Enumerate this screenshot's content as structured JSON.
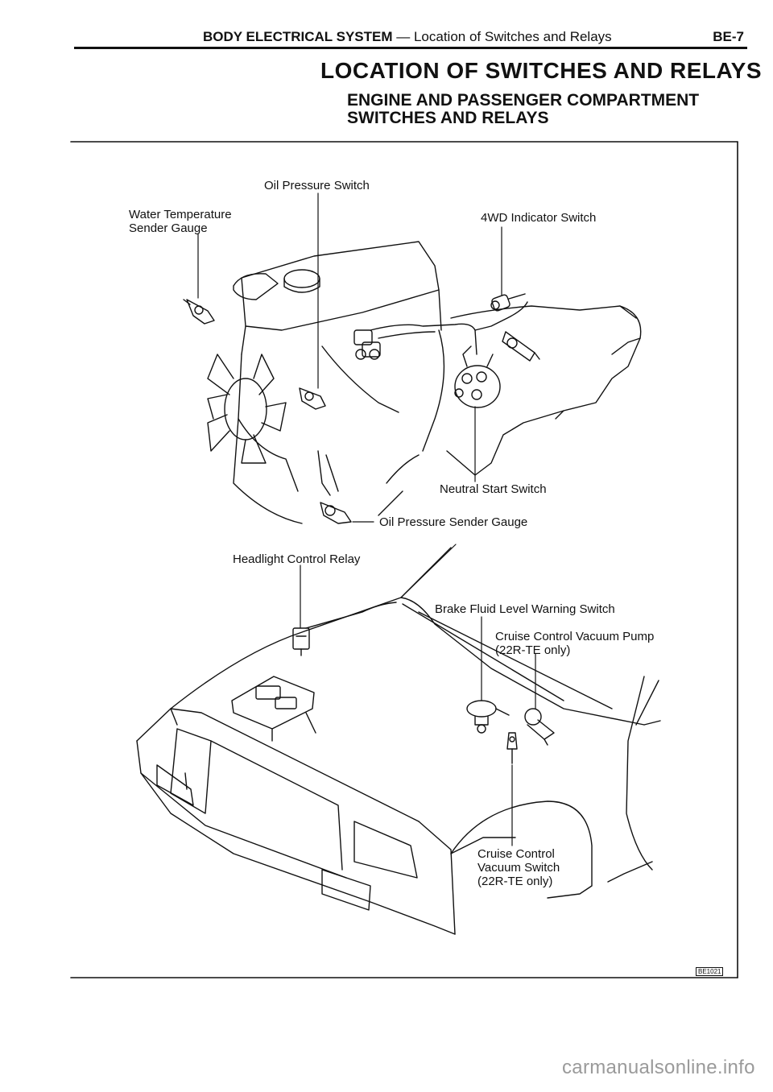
{
  "header": {
    "section": "BODY ELECTRICAL SYSTEM",
    "dash": " — ",
    "subsection": "Location of Switches and Relays",
    "page": "BE-7"
  },
  "title": "LOCATION OF SWITCHES AND RELAYS",
  "subtitle_line1": "ENGINE AND PASSENGER COMPARTMENT",
  "subtitle_line2": "SWITCHES AND RELAYS",
  "labels": {
    "oil_pressure_switch": "Oil Pressure Switch",
    "water_temp_line1": "Water Temperature",
    "water_temp_line2": "Sender Gauge",
    "fwd_indicator": "4WD Indicator Switch",
    "neutral_start": "Neutral Start Switch",
    "oil_pressure_sender": "Oil Pressure Sender Gauge",
    "headlight_relay": "Headlight Control Relay",
    "brake_fluid": "Brake Fluid Level Warning Switch",
    "cruise_pump_line1": "Cruise Control Vacuum Pump",
    "cruise_pump_line2": "(22R-TE only)",
    "cruise_switch_line1": "Cruise Control",
    "cruise_switch_line2": "Vacuum Switch",
    "cruise_switch_line3": "(22R-TE only)"
  },
  "figure_id": "BE1021",
  "watermark": "carmanualsonline.info"
}
